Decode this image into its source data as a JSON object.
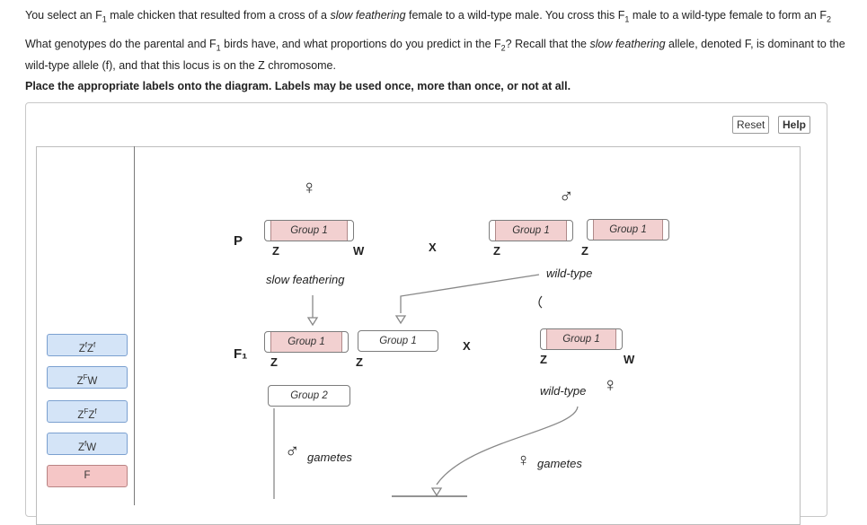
{
  "question": {
    "p1_pre": "You select an F",
    "p1_sub": "1",
    "p1_mid1": " male chicken that resulted from a cross of a ",
    "p1_ital": "slow feathering",
    "p1_mid2": " female to a wild-type male. You cross this F",
    "p1_sub2": "1",
    "p1_end": " male to a wild-type female to form an F",
    "p1_sub3": "2",
    "p2_pre": "What genotypes do the parental and F",
    "p2_sub": "1",
    "p2_mid": " birds have, and what proportions do you predict in the F",
    "p2_sub2": "2",
    "p2_mid2": "? Recall that the ",
    "p2_ital": "slow feathering",
    "p2_end": " allele, denoted F, is dominant to the wild-type allele (f), and that this locus is on the Z chromosome.",
    "instruction": "Place the appropriate labels onto the diagram. Labels may be used once, more than once, or not at all."
  },
  "toolbar": {
    "reset": "Reset",
    "help": "Help"
  },
  "labels": [
    {
      "base": "Z",
      "sup1": "f",
      "base2": "Z",
      "sup2": "f",
      "rest": ""
    },
    {
      "base": "Z",
      "sup1": "F",
      "base2": "",
      "sup2": "",
      "rest": "W"
    },
    {
      "base": "Z",
      "sup1": "F",
      "base2": "Z",
      "sup2": "f",
      "rest": ""
    },
    {
      "base": "Z",
      "sup1": "f",
      "base2": "",
      "sup2": "",
      "rest": "W"
    },
    {
      "base": "F",
      "sup1": "",
      "base2": "",
      "sup2": "",
      "rest": ""
    }
  ],
  "diagram": {
    "p_label": "P",
    "f1_label": "F₁",
    "female_symbol": "♀",
    "male_symbol": "♂",
    "cross_symbol": "X",
    "z": "Z",
    "w": "W",
    "slow_feathering": "slow feathering",
    "wild_type": "wild-type",
    "gametes": "gametes",
    "group1": "Group 1",
    "group2": "Group 2"
  }
}
